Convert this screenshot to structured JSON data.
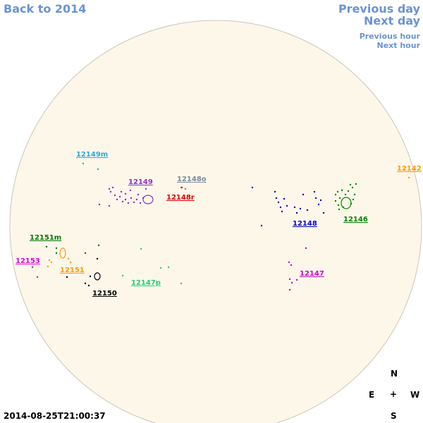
{
  "nav": {
    "back": "Back to 2014",
    "prev_day": "Previous day",
    "next_day": "Next day",
    "prev_hour": "Previous hour",
    "next_hour": "Next hour"
  },
  "colors": {
    "disk_fill": "#fdf7ea",
    "disk_stroke": "#ccc6b8",
    "nav": "#6b93d6"
  },
  "regions": [
    {
      "id": "12149m",
      "label": "12149m",
      "color": "#29a9e0"
    },
    {
      "id": "12148o",
      "label": "12148o",
      "color": "#7a8a99"
    },
    {
      "id": "12149",
      "label": "12149",
      "color": "#8b2fc9"
    },
    {
      "id": "12148r",
      "label": "12148r",
      "color": "#dd0000"
    },
    {
      "id": "12142",
      "label": "12142",
      "color": "#ff9900"
    },
    {
      "id": "12146",
      "label": "12146",
      "color": "#008800"
    },
    {
      "id": "12148",
      "label": "12148",
      "color": "#0000cc"
    },
    {
      "id": "12151m",
      "label": "12151m",
      "color": "#007700"
    },
    {
      "id": "12153",
      "label": "12153",
      "color": "#dd00dd"
    },
    {
      "id": "12151",
      "label": "12151",
      "color": "#ff9900"
    },
    {
      "id": "12147",
      "label": "12147",
      "color": "#cc00cc"
    },
    {
      "id": "12147p",
      "label": "12147p",
      "color": "#22cc77"
    },
    {
      "id": "12150",
      "label": "12150",
      "color": "#000000"
    }
  ],
  "compass": {
    "n": "N",
    "e": "E",
    "center": "+",
    "w": "W",
    "s": "S"
  },
  "timestamp": "2014-08-25T21:00:37"
}
